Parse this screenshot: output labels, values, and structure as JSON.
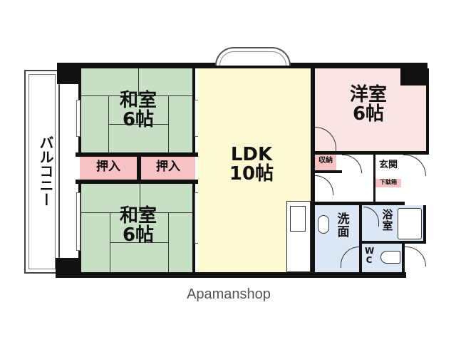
{
  "floor_plan": {
    "rooms": {
      "washitsu_top": {
        "name": "和室",
        "size": "6帖"
      },
      "washitsu_bottom": {
        "name": "和室",
        "size": "6帖"
      },
      "oshiire_left": {
        "name": "押入"
      },
      "oshiire_right": {
        "name": "押入"
      },
      "ldk": {
        "name": "LDK",
        "size": "10帖"
      },
      "youshitsu": {
        "name": "洋室",
        "size": "6帖"
      },
      "shuno": {
        "name": "収納"
      },
      "genkan": {
        "name": "玄関"
      },
      "getabako": {
        "name": "下駄箱"
      },
      "senmen": {
        "name": "洗面"
      },
      "yokushitsu": {
        "name": "浴室"
      },
      "wc": {
        "name": "WC"
      },
      "balcony": {
        "name": "バルコニー"
      }
    },
    "colors": {
      "tatami": "#c7e0c6",
      "ldk": "#fdf9d2",
      "western": "#fbe4e4",
      "closet": "#f6c2c4",
      "wet_area": "#dbe7f6",
      "wall": "#111111"
    }
  },
  "footer": {
    "brand": "Apamanshop"
  }
}
